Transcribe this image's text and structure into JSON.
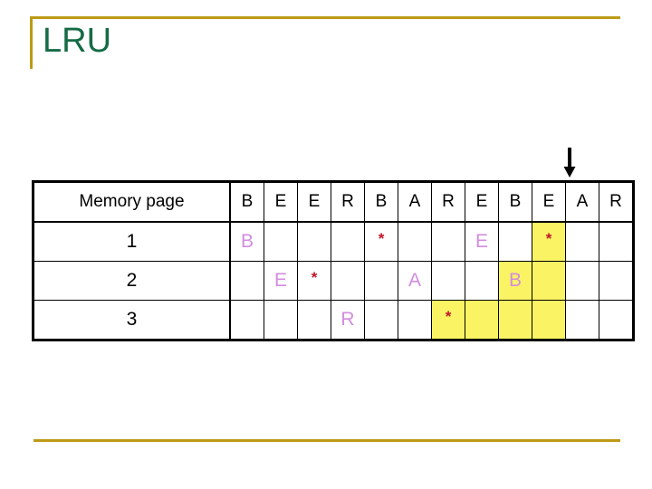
{
  "slide": {
    "title": "LRU",
    "title_color": "#156B45",
    "accent_color": "#BC9A16",
    "background": "#ffffff"
  },
  "pointer": {
    "icon": "down-arrow-icon",
    "target_column_index": 10,
    "color": "#000000"
  },
  "table": {
    "row_label_header": "Memory page",
    "reference_string": [
      "B",
      "E",
      "E",
      "R",
      "B",
      "A",
      "R",
      "E",
      "B",
      "E",
      "A",
      "R"
    ],
    "column_count": 12,
    "letter_color": "#D28CE0",
    "star_color": "#C21428",
    "highlight_color": "#FAF464",
    "rows": [
      {
        "label": "1",
        "cells": [
          {
            "text": "B",
            "kind": "letter",
            "highlight": false
          },
          {
            "text": "",
            "kind": "empty",
            "highlight": false
          },
          {
            "text": "",
            "kind": "empty",
            "highlight": false
          },
          {
            "text": "",
            "kind": "empty",
            "highlight": false
          },
          {
            "text": "*",
            "kind": "star",
            "highlight": false
          },
          {
            "text": "",
            "kind": "empty",
            "highlight": false
          },
          {
            "text": "",
            "kind": "empty",
            "highlight": false
          },
          {
            "text": "E",
            "kind": "letter",
            "highlight": false
          },
          {
            "text": "",
            "kind": "empty",
            "highlight": false
          },
          {
            "text": "*",
            "kind": "star",
            "highlight": true
          },
          {
            "text": "",
            "kind": "empty",
            "highlight": false
          },
          {
            "text": "",
            "kind": "empty",
            "highlight": false
          }
        ]
      },
      {
        "label": "2",
        "cells": [
          {
            "text": "",
            "kind": "empty",
            "highlight": false
          },
          {
            "text": "E",
            "kind": "letter",
            "highlight": false
          },
          {
            "text": "*",
            "kind": "star",
            "highlight": false
          },
          {
            "text": "",
            "kind": "empty",
            "highlight": false
          },
          {
            "text": "",
            "kind": "empty",
            "highlight": false
          },
          {
            "text": "A",
            "kind": "letter",
            "highlight": false
          },
          {
            "text": "",
            "kind": "empty",
            "highlight": false
          },
          {
            "text": "",
            "kind": "empty",
            "highlight": false
          },
          {
            "text": "B",
            "kind": "letter",
            "highlight": true
          },
          {
            "text": "",
            "kind": "empty",
            "highlight": true
          },
          {
            "text": "",
            "kind": "empty",
            "highlight": false
          },
          {
            "text": "",
            "kind": "empty",
            "highlight": false
          }
        ]
      },
      {
        "label": "3",
        "cells": [
          {
            "text": "",
            "kind": "empty",
            "highlight": false
          },
          {
            "text": "",
            "kind": "empty",
            "highlight": false
          },
          {
            "text": "",
            "kind": "empty",
            "highlight": false
          },
          {
            "text": "R",
            "kind": "letter",
            "highlight": false
          },
          {
            "text": "",
            "kind": "empty",
            "highlight": false
          },
          {
            "text": "",
            "kind": "empty",
            "highlight": false
          },
          {
            "text": "*",
            "kind": "star",
            "highlight": true
          },
          {
            "text": "",
            "kind": "empty",
            "highlight": true
          },
          {
            "text": "",
            "kind": "empty",
            "highlight": true
          },
          {
            "text": "",
            "kind": "empty",
            "highlight": true
          },
          {
            "text": "",
            "kind": "empty",
            "highlight": false
          },
          {
            "text": "",
            "kind": "empty",
            "highlight": false
          }
        ]
      }
    ]
  }
}
